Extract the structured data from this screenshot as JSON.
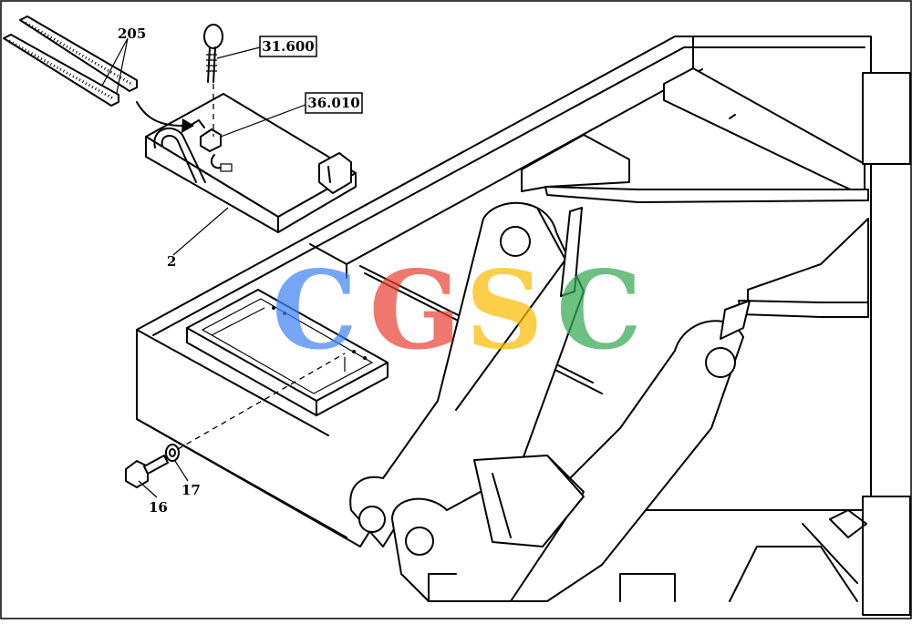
{
  "labels": {
    "strips": "205",
    "pin": "31.600",
    "latch": "36.010",
    "box": "2",
    "bolt": "16",
    "washer": "17"
  },
  "watermark": {
    "letters": [
      "C",
      "G",
      "S",
      "C"
    ],
    "colors": [
      "#4285F4",
      "#EA4335",
      "#FBBC05",
      "#34A853"
    ]
  }
}
